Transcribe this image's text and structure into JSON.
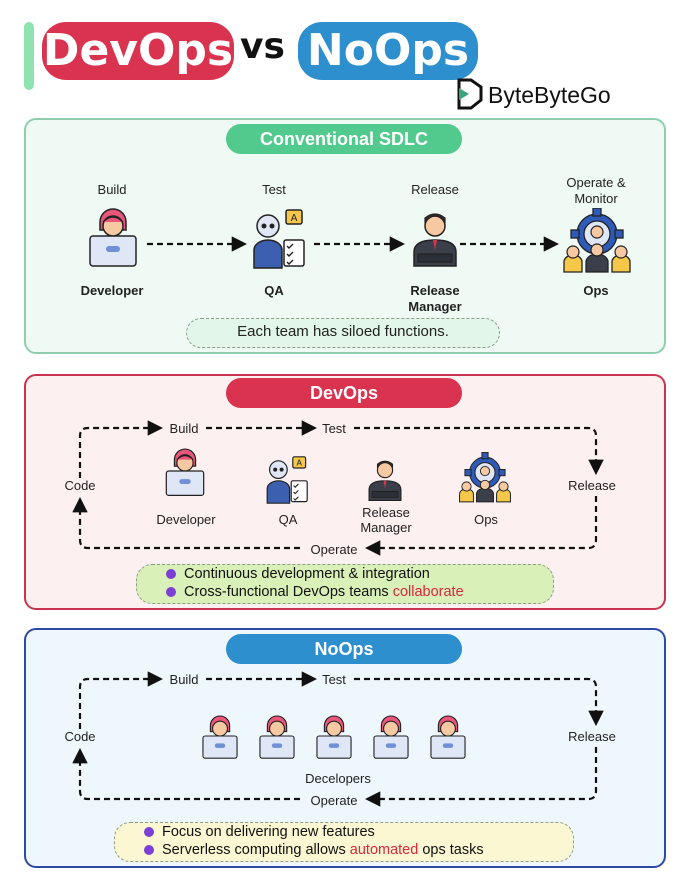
{
  "header": {
    "title_left": "DevOps",
    "title_vs": "vs",
    "title_right": "NoOps",
    "brand": "ByteByteGo"
  },
  "sdlc": {
    "title": "Conventional SDLC",
    "stages": [
      {
        "stage": "Build",
        "role": "Developer",
        "icon": "developer-icon"
      },
      {
        "stage": "Test",
        "role": "QA",
        "icon": "qa-robot-icon"
      },
      {
        "stage": "Release",
        "role": "Release Manager",
        "icon": "release-manager-icon"
      },
      {
        "stage": "Operate & Monitor",
        "role": "Ops",
        "icon": "ops-team-gear-icon"
      }
    ],
    "note": "Each team has siloed functions."
  },
  "devops": {
    "title": "DevOps",
    "loop": {
      "build": "Build",
      "test": "Test",
      "release": "Release",
      "operate": "Operate",
      "code": "Code"
    },
    "roles": [
      "Developer",
      "QA",
      "Release Manager",
      "Ops"
    ],
    "bullets": [
      {
        "text": "Continuous development & integration",
        "highlight": ""
      },
      {
        "text": "Cross-functional DevOps teams ",
        "highlight": "collaborate"
      }
    ]
  },
  "noops": {
    "title": "NoOps",
    "loop": {
      "build": "Build",
      "test": "Test",
      "release": "Release",
      "operate": "Operate",
      "code": "Code"
    },
    "group_label": "Decelopers",
    "bullets": [
      {
        "text": "Focus on delivering new features",
        "highlight": "",
        "tail": ""
      },
      {
        "text": "Serverless computing allows ",
        "highlight": "automated",
        "tail": " ops tasks"
      }
    ]
  },
  "colors": {
    "devops_red": "#d9334f",
    "noops_blue": "#2e8fcf",
    "sdlc_green": "#52c98d",
    "sdlc_bg": "#effaf5",
    "devops_bg": "#fdf0f1",
    "noops_bg": "#eef7fc",
    "bullet_purple": "#7b3fd4",
    "highlight_red": "#d9263f"
  }
}
